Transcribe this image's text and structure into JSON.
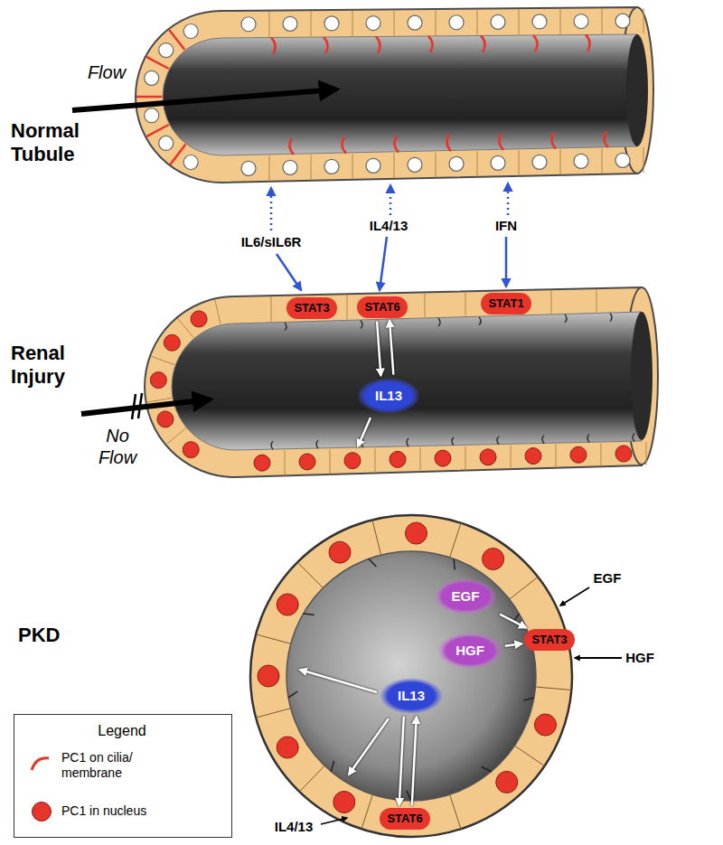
{
  "diagram": {
    "nodes": [
      {
        "text": [
          "STAT3"
        ]
      },
      {
        "text": [
          "STAT6"
        ]
      },
      {
        "text": [
          "STAT1"
        ]
      },
      {
        "text": [
          "IL13"
        ]
      },
      {
        "text": [
          "EGF"
        ]
      },
      {
        "text": [
          "HGF"
        ]
      },
      {
        "text": [
          "IL13"
        ]
      },
      {
        "text": [
          "STAT3"
        ]
      },
      {
        "text": [
          "STAT6"
        ]
      }
    ],
    "edges": [
      {
        "from": 1,
        "to": 3,
        "arrow": "to"
      },
      {
        "from": 3,
        "to": 1,
        "arrow": "to"
      },
      {
        "from": 4,
        "to": 7,
        "arrow": "to"
      },
      {
        "from": 5,
        "to": 7,
        "arrow": "to"
      },
      {
        "from": 6,
        "to": 8,
        "arrow": "to"
      },
      {
        "from": 8,
        "to": 6,
        "arrow": "to"
      }
    ],
    "labels": [
      "Normal Tubule",
      "Flow",
      "IL6/sIL6R",
      "IL4/13",
      "IFN",
      "Renal Injury",
      "No Flow",
      "PKD",
      "EGF",
      "HGF",
      "IL4/13",
      "Legend"
    ],
    "legend": [
      {
        "text": "PC1 on cilia/ membrane"
      },
      {
        "text": "PC1 in nucleus",
        "color": "#e8352b"
      }
    ]
  }
}
